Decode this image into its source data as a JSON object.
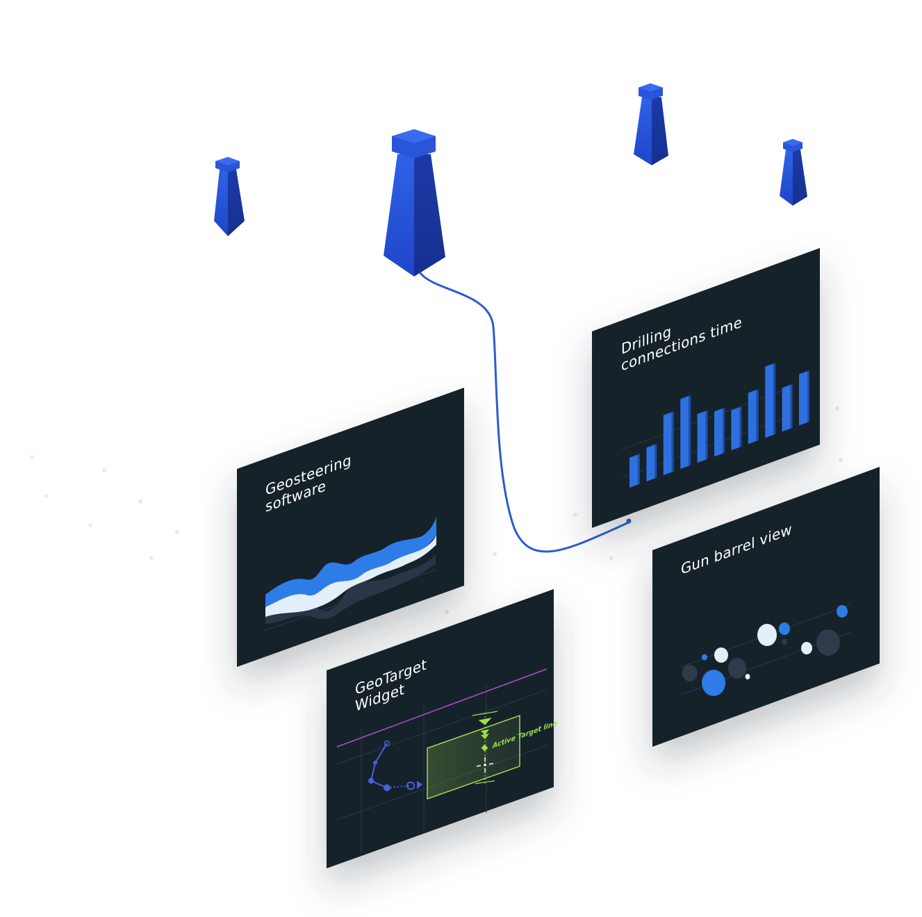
{
  "colors": {
    "accent": "#2f6fe0",
    "panel": "#17202c",
    "green": "#9be24a",
    "magenta": "#b44bcf",
    "connector": "#2b5ad2"
  },
  "panels": {
    "geosteering": {
      "title_lines": [
        "Geosteering",
        "software"
      ]
    },
    "drilling": {
      "title_lines": [
        "Drilling",
        "connections time"
      ],
      "chart_data": {
        "type": "bar",
        "values": [
          2.4,
          2.7,
          4.8,
          5.6,
          3.9,
          3.6,
          3.2,
          4.1,
          5.7,
          3.5,
          4.1
        ]
      }
    },
    "gun_barrel": {
      "title_lines": [
        "Gun barrel view"
      ]
    },
    "geotarget": {
      "title_lines": [
        "GeoTarget",
        "Widget"
      ],
      "annotation": "Active Target line"
    }
  }
}
